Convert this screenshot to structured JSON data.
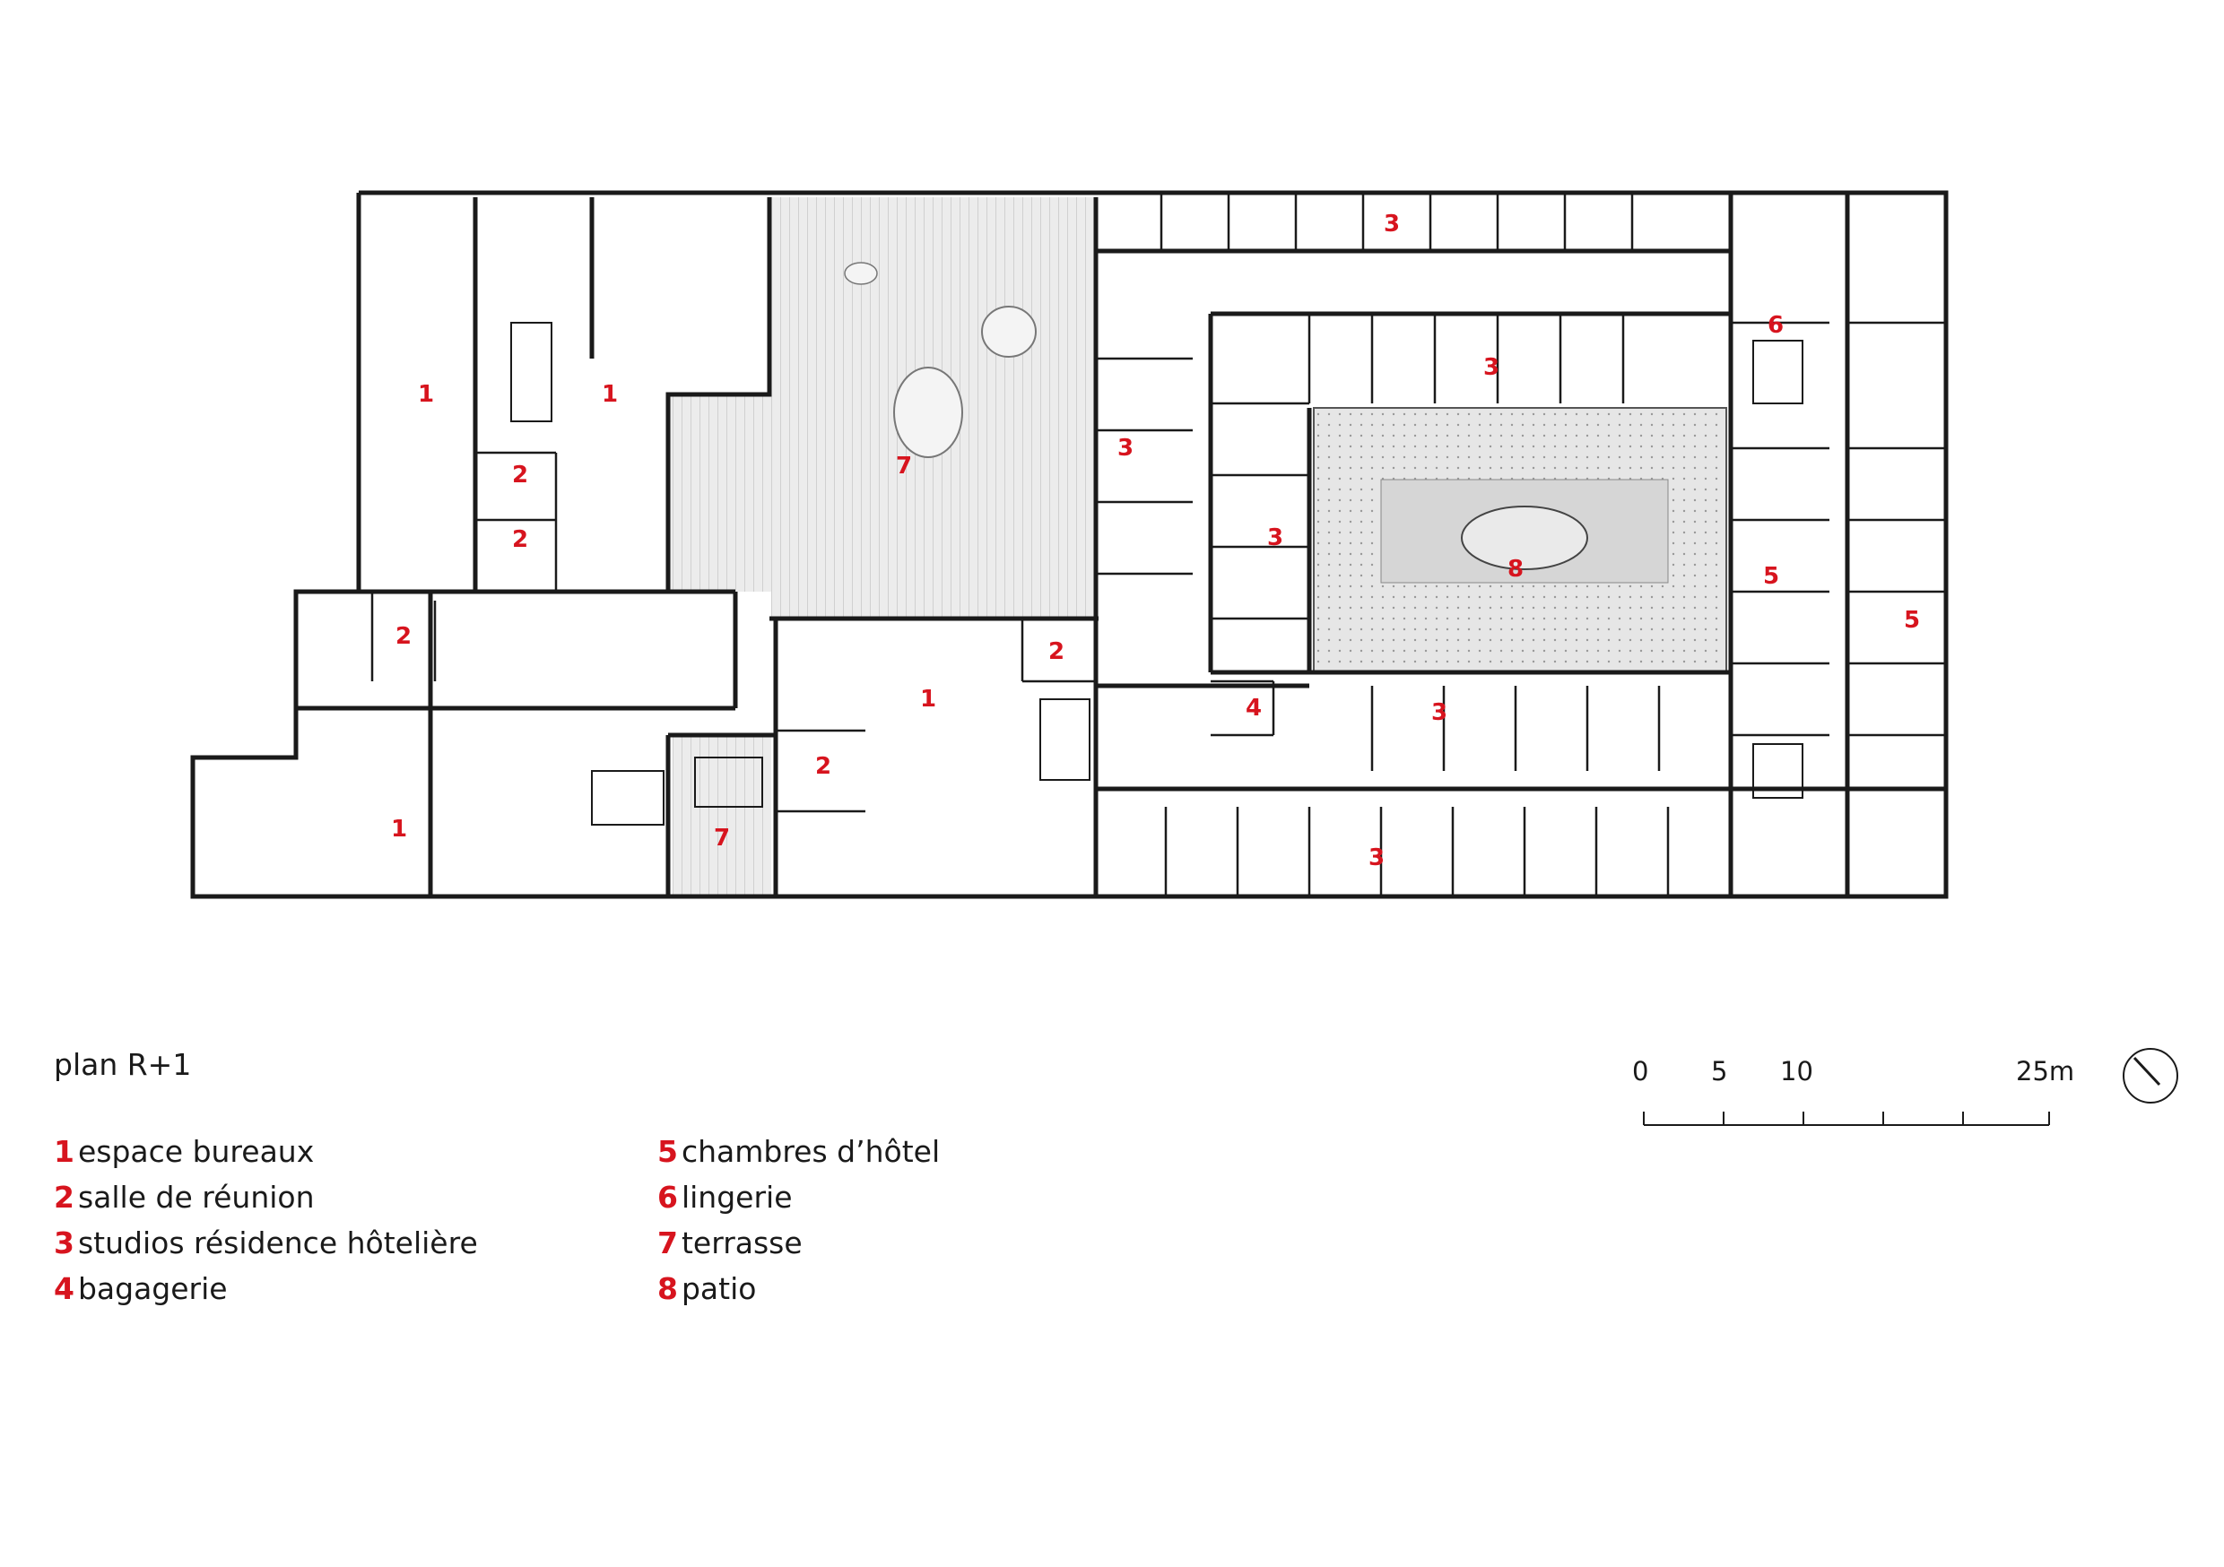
{
  "title": "plan R+1",
  "room_labels": [
    {
      "n": "1"
    },
    {
      "n": "1"
    },
    {
      "n": "1"
    },
    {
      "n": "1"
    },
    {
      "n": "2"
    },
    {
      "n": "2"
    },
    {
      "n": "2"
    },
    {
      "n": "2"
    },
    {
      "n": "2"
    },
    {
      "n": "3"
    },
    {
      "n": "3"
    },
    {
      "n": "3"
    },
    {
      "n": "3"
    },
    {
      "n": "3"
    },
    {
      "n": "3"
    },
    {
      "n": "4"
    },
    {
      "n": "5"
    },
    {
      "n": "5"
    },
    {
      "n": "6"
    },
    {
      "n": "7"
    },
    {
      "n": "7"
    },
    {
      "n": "8"
    }
  ],
  "legend": [
    {
      "num": "1",
      "text": "espace bureaux"
    },
    {
      "num": "2",
      "text": "salle de réunion"
    },
    {
      "num": "3",
      "text": "studios résidence hôtelière"
    },
    {
      "num": "4",
      "text": "bagagerie"
    },
    {
      "num": "5",
      "text": "chambres d’hôtel"
    },
    {
      "num": "6",
      "text": "lingerie"
    },
    {
      "num": "7",
      "text": "terrasse"
    },
    {
      "num": "8",
      "text": "patio"
    }
  ],
  "scale": {
    "labels": [
      "0",
      "5",
      "10",
      "25m"
    ]
  },
  "colors": {
    "accent": "#d7141e",
    "line": "#1a1a1a",
    "terrace": "#e8e8e8",
    "patio": "#dcdcdc"
  },
  "north_icon": "north-arrow-icon"
}
